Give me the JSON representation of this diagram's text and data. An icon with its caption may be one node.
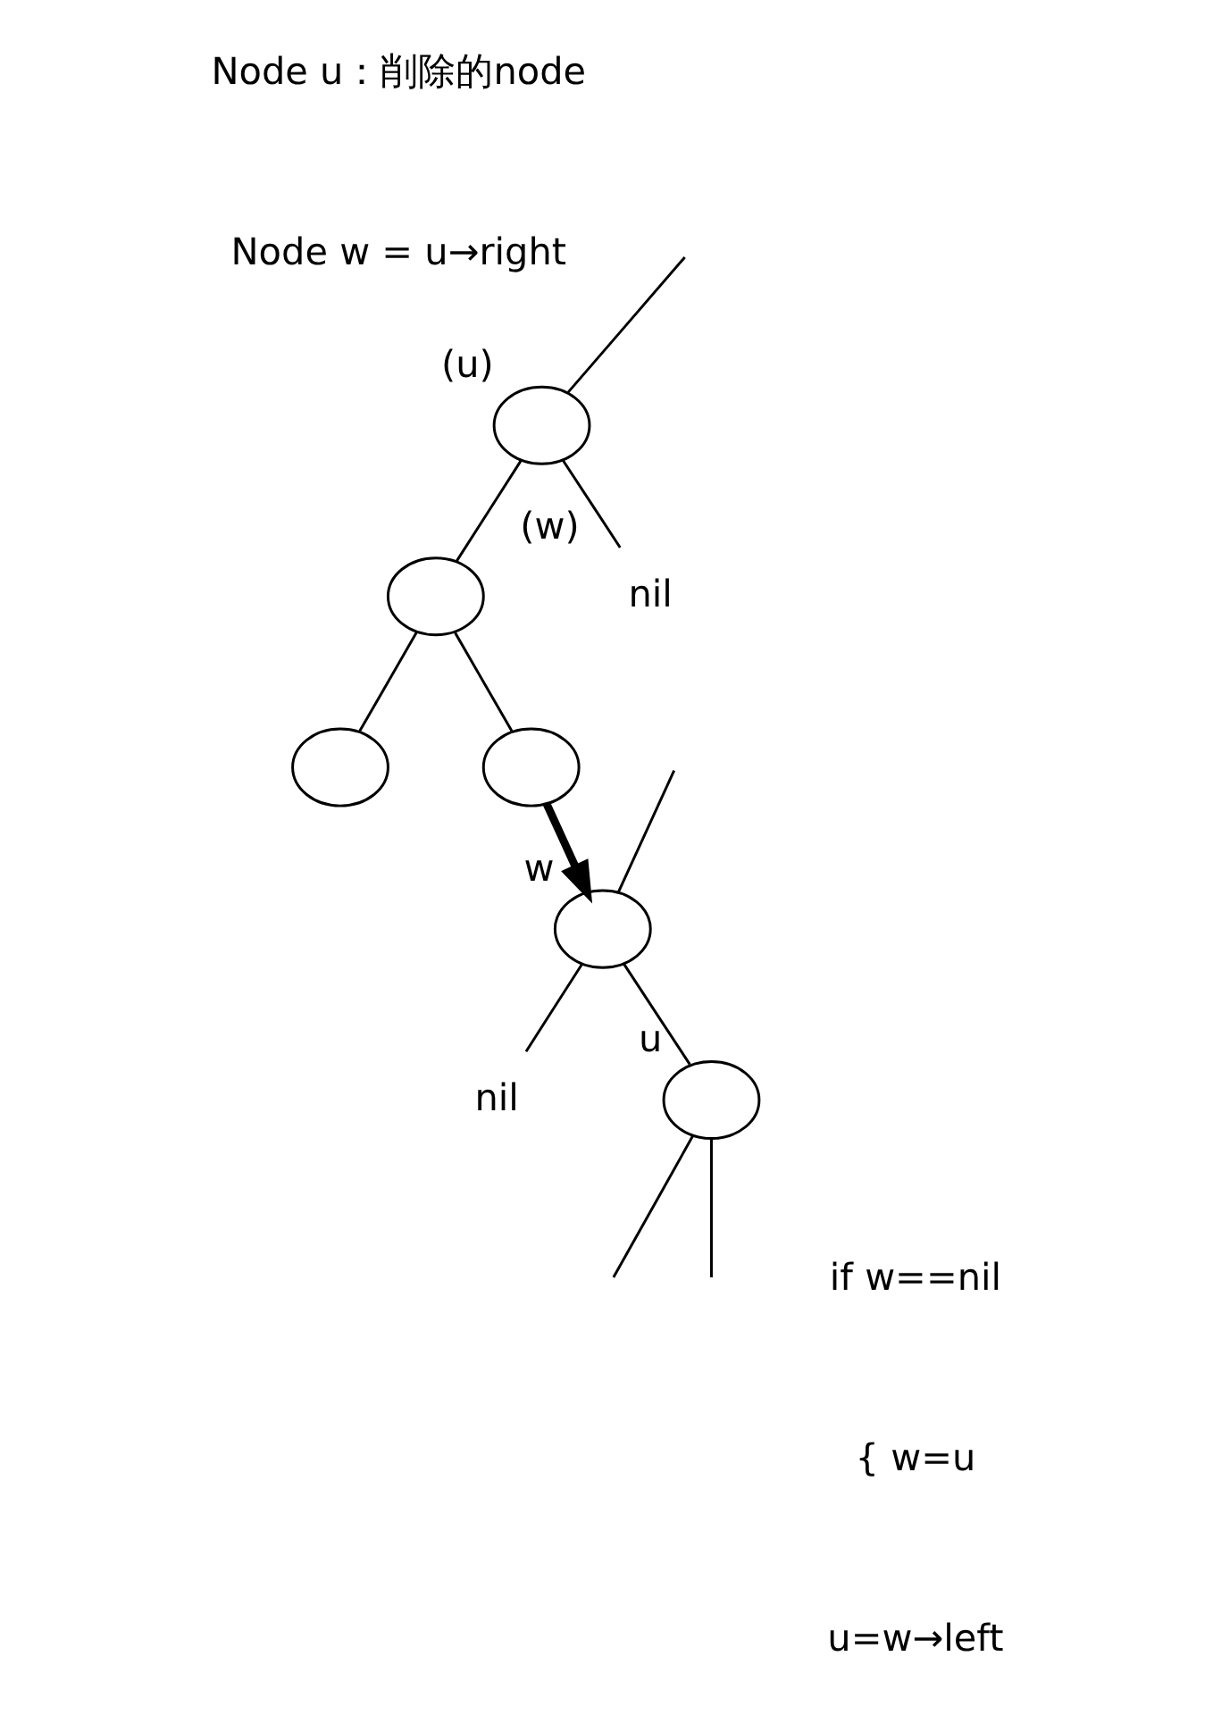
{
  "diagram": {
    "nodes": [
      {
        "text": [],
        "shape": "circle",
        "beside": [
          "(u)"
        ]
      },
      {
        "text": [],
        "shape": "circle"
      },
      {
        "text": [
          "nil"
        ],
        "beside": [
          "(w)"
        ]
      },
      {
        "text": [],
        "shape": "circle"
      },
      {
        "text": [],
        "shape": "circle"
      },
      {
        "text": [],
        "shape": "circle",
        "beside": [
          "w"
        ]
      },
      {
        "text": [
          "nil"
        ]
      },
      {
        "text": [],
        "shape": "circle",
        "beside": [
          "u"
        ]
      }
    ],
    "edges": [
      {
        "from": null,
        "to": 0,
        "arrow": "none"
      },
      {
        "from": 0,
        "to": 1,
        "arrow": "none"
      },
      {
        "from": 0,
        "to": 2,
        "arrow": "none"
      },
      {
        "from": 1,
        "to": 3,
        "arrow": "none"
      },
      {
        "from": 1,
        "to": 4,
        "arrow": "none"
      },
      {
        "from": 4,
        "to": 5,
        "arrow": "to",
        "style": "thick"
      },
      {
        "from": null,
        "to": 5,
        "arrow": "none"
      },
      {
        "from": 5,
        "to": 7,
        "arrow": "none"
      },
      {
        "from": 5,
        "to": 6,
        "arrow": "none"
      },
      {
        "from": 7,
        "to": null,
        "arrow": "none"
      },
      {
        "from": 7,
        "to": null,
        "arrow": "none"
      }
    ],
    "labels": [
      "Node u：削除的node",
      "Node w = u→right",
      "if w==nil",
      "{ w=u",
      "u=w→left"
    ]
  }
}
